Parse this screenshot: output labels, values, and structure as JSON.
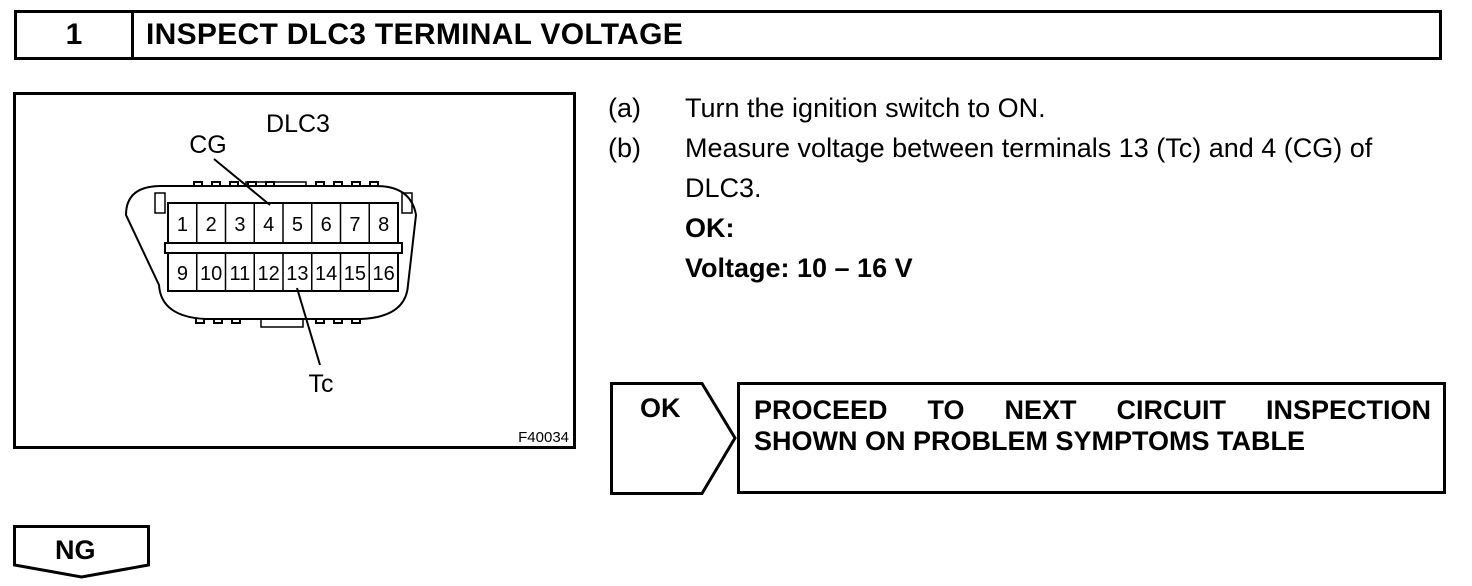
{
  "header": {
    "number": "1",
    "title": "INSPECT DLC3 TERMINAL VOLTAGE"
  },
  "figure": {
    "connector_title": "DLC3",
    "label_cg": "CG",
    "label_tc": "Tc",
    "figure_id": "F40034",
    "top_pins": [
      "1",
      "2",
      "3",
      "4",
      "5",
      "6",
      "7",
      "8"
    ],
    "bottom_pins": [
      "9",
      "10",
      "11",
      "12",
      "13",
      "14",
      "15",
      "16"
    ]
  },
  "steps": [
    {
      "letter": "(a)",
      "text": "Turn the ignition switch to ON."
    },
    {
      "letter": "(b)",
      "text": "Measure voltage between terminals 13 (Tc) and 4 (CG) of DLC3."
    }
  ],
  "ok_spec": {
    "label": "OK:",
    "value": "Voltage: 10 – 16 V"
  },
  "ok_result": {
    "tag": "OK",
    "line1_words": [
      "PROCEED",
      "TO",
      "NEXT",
      "CIRCUIT",
      "INSPECTION"
    ],
    "line2": "SHOWN ON PROBLEM SYMPTOMS TABLE"
  },
  "ng_result": {
    "tag": "NG"
  }
}
